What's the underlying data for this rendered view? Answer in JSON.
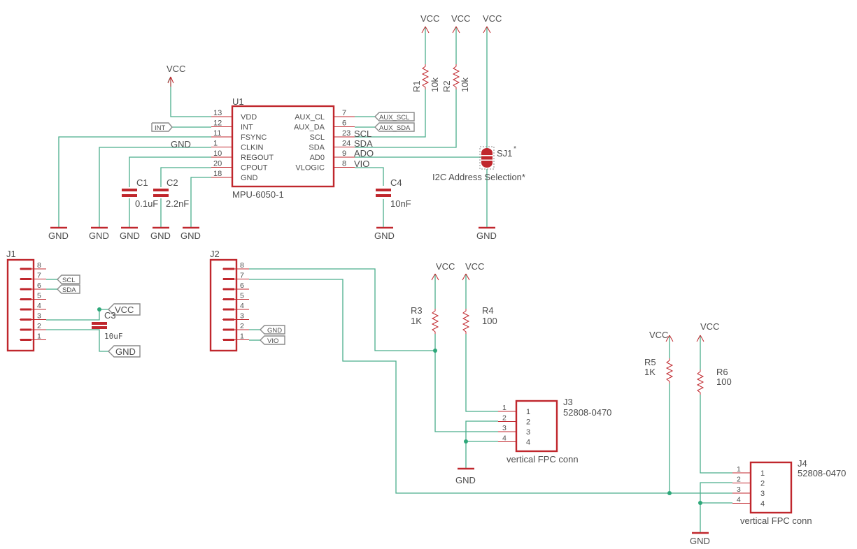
{
  "nets": {
    "vcc": "VCC",
    "gnd": "GND"
  },
  "u1": {
    "ref": "U1",
    "value": "MPU-6050-1",
    "left_pins": [
      {
        "num": "13",
        "name": "VDD"
      },
      {
        "num": "12",
        "name": "INT"
      },
      {
        "num": "11",
        "name": "FSYNC"
      },
      {
        "num": "1",
        "name": "CLKIN"
      },
      {
        "num": "10",
        "name": "REGOUT"
      },
      {
        "num": "20",
        "name": "CPOUT"
      },
      {
        "num": "18",
        "name": "GND"
      }
    ],
    "right_pins": [
      {
        "num": "7",
        "name": "AUX_CL"
      },
      {
        "num": "6",
        "name": "AUX_DA"
      },
      {
        "num": "23",
        "name": "SCL"
      },
      {
        "num": "24",
        "name": "SDA"
      },
      {
        "num": "9",
        "name": "AD0"
      },
      {
        "num": "8",
        "name": "VLOGIC"
      }
    ]
  },
  "net_labels": {
    "aux_scl": "AUX_SCL",
    "aux_sda": "AUX_SDA",
    "int": "INT",
    "scl": "SCL",
    "sda": "SDA",
    "ado": "ADO",
    "vio": "VIO",
    "gnd_clkin": "GND"
  },
  "passives": {
    "r1": {
      "ref": "R1",
      "value": "10k"
    },
    "r2": {
      "ref": "R2",
      "value": "10k"
    },
    "r3": {
      "ref": "R3",
      "value": "1K"
    },
    "r4": {
      "ref": "R4",
      "value": "100"
    },
    "r5": {
      "ref": "R5",
      "value": "1K"
    },
    "r6": {
      "ref": "R6",
      "value": "100"
    },
    "c1": {
      "ref": "C1",
      "value": "0.1uF"
    },
    "c2": {
      "ref": "C2",
      "value": "2.2nF"
    },
    "c3": {
      "ref": "C3",
      "value": "10uF"
    },
    "c4": {
      "ref": "C4",
      "value": "10nF"
    }
  },
  "sj1": {
    "ref": "SJ1",
    "star": "*",
    "note": "I2C Address Selection*"
  },
  "j1": {
    "ref": "J1",
    "pins": [
      "8",
      "7",
      "6",
      "5",
      "4",
      "3",
      "2",
      "1"
    ],
    "labels": {
      "scl": "SCL",
      "sda": "SDA",
      "vcc": "VCC",
      "gnd": "GND"
    }
  },
  "j2": {
    "ref": "J2",
    "pins": [
      "8",
      "7",
      "6",
      "5",
      "4",
      "3",
      "2",
      "1"
    ],
    "labels": {
      "gnd": "GND",
      "vio": "VIO"
    }
  },
  "j3": {
    "ref": "J3",
    "value": "52808-0470",
    "desc": "vertical FPC conn",
    "pins": [
      "1",
      "2",
      "3",
      "4"
    ]
  },
  "j4": {
    "ref": "J4",
    "value": "52808-0470",
    "desc": "vertical FPC conn",
    "pins": [
      "1",
      "2",
      "3",
      "4"
    ]
  }
}
